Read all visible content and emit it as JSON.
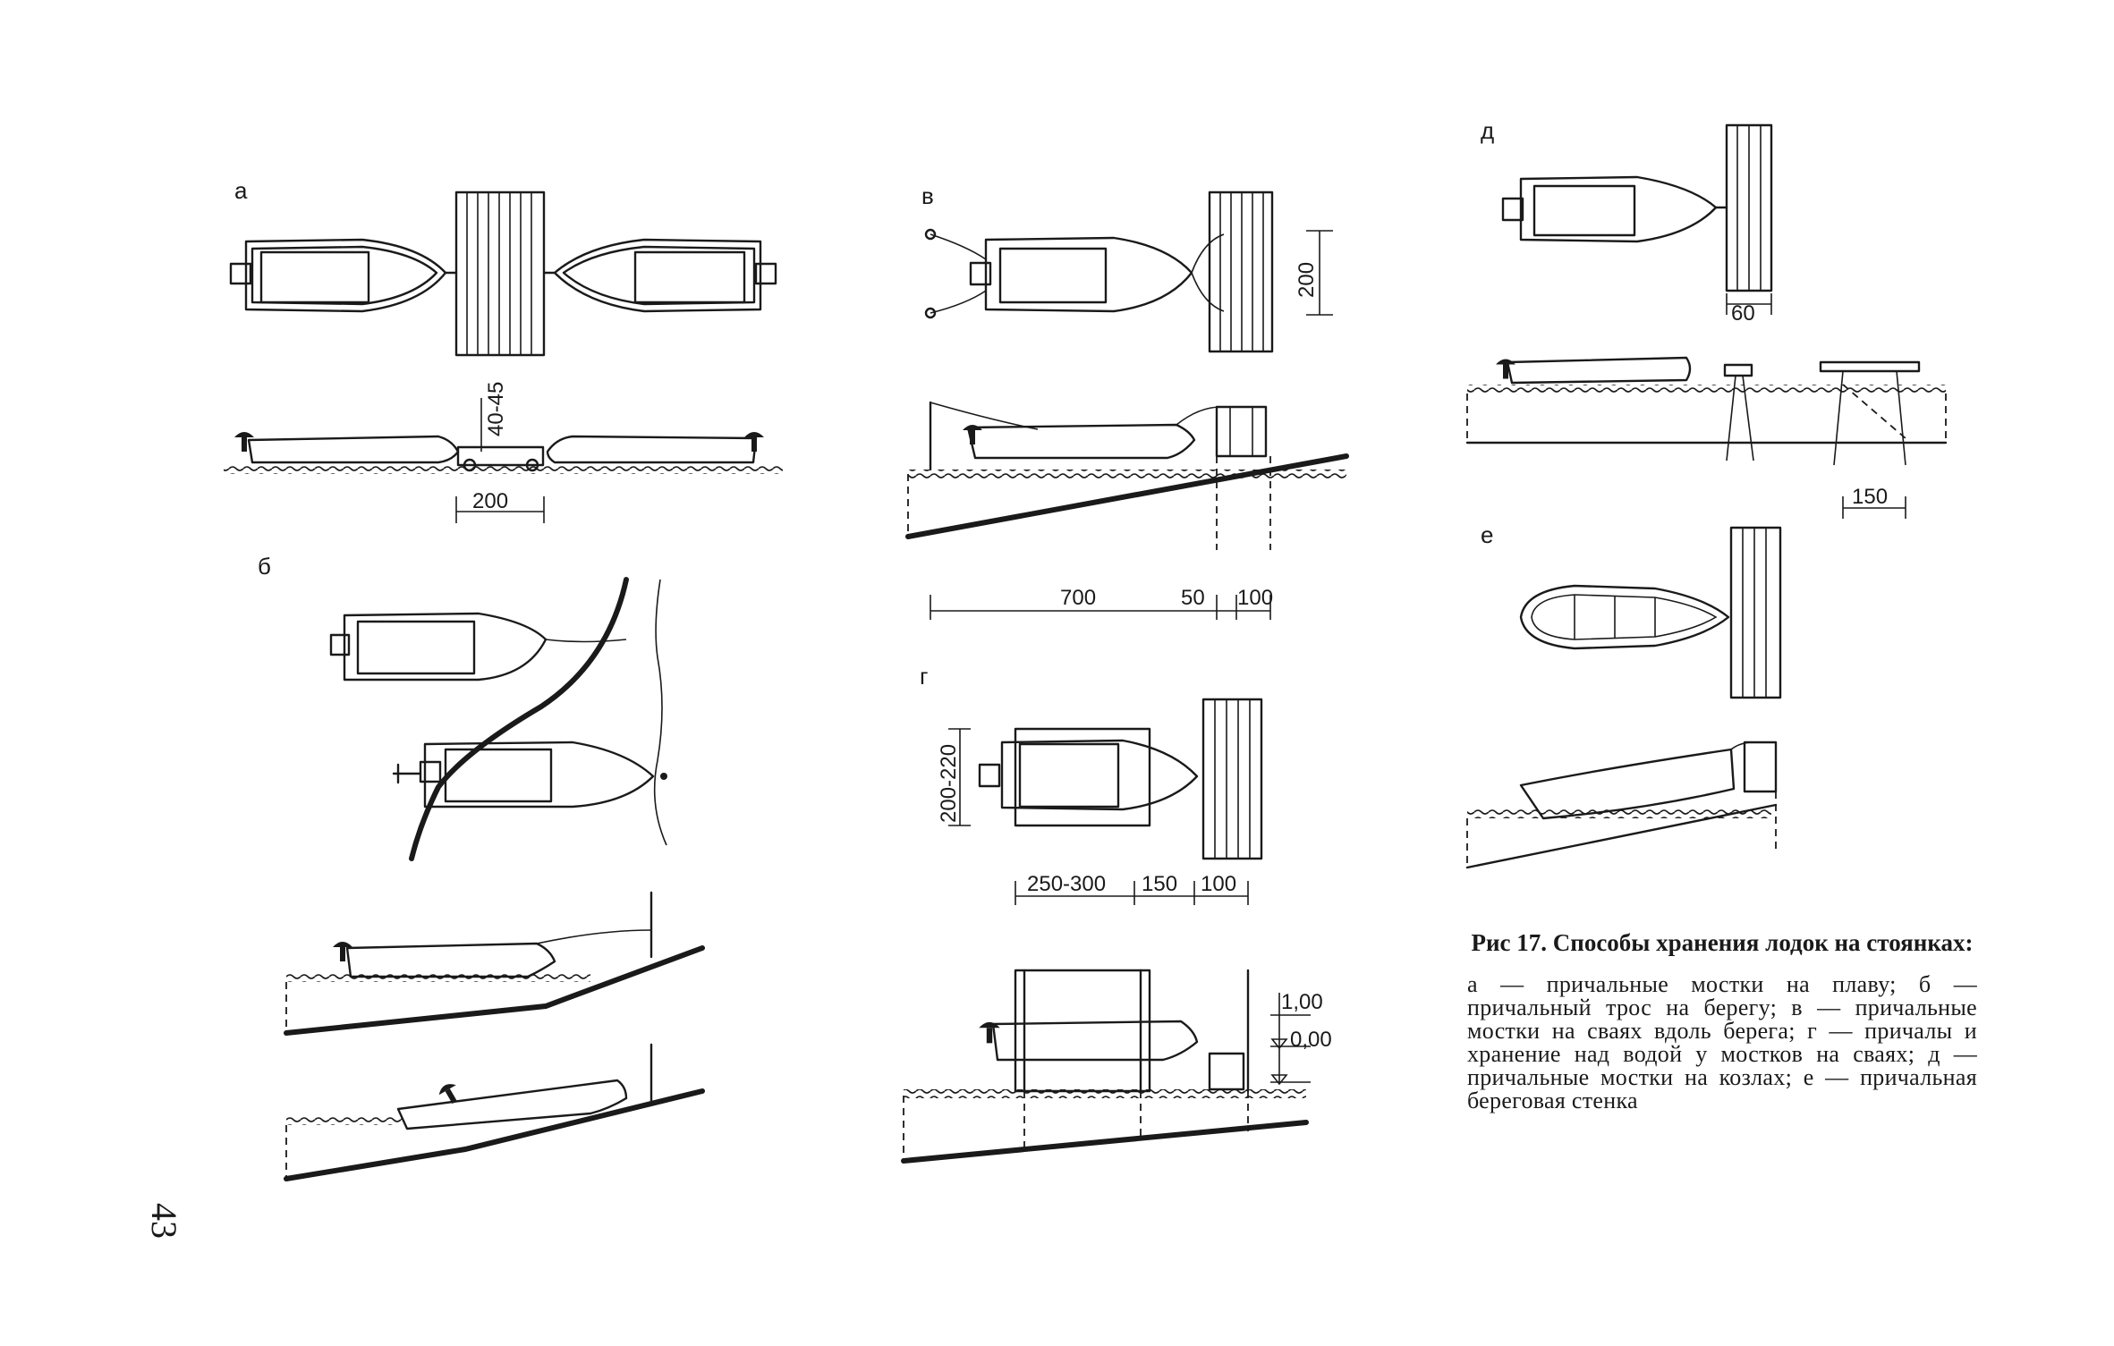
{
  "figure": {
    "panels": {
      "a": "а",
      "b": "б",
      "v": "в",
      "g": "г",
      "d": "д",
      "e": "е"
    },
    "dimensions": {
      "a_height": "40-45",
      "a_width": "200",
      "v_height": "200",
      "v_length": "700",
      "v_gap": "50",
      "v_pier": "100",
      "g_width": "200-220",
      "g_length": "250-300",
      "g_gap": "150",
      "g_pier": "100",
      "g_level_top": "1,00",
      "g_level_water": "0,00",
      "d_pier": "60",
      "d_span": "150"
    }
  },
  "caption": {
    "title": "Рис 17. Способы хранения лодок на стоянках:",
    "body": "а — причальные мостки на плаву; б — причальный трос на берегу; в — причальные мостки на сваях вдоль берега; г — причалы и хранение над водой у мостков на сваях; д — причальные мостки на козлах; е — причальная береговая стенка"
  },
  "page_number": "43"
}
